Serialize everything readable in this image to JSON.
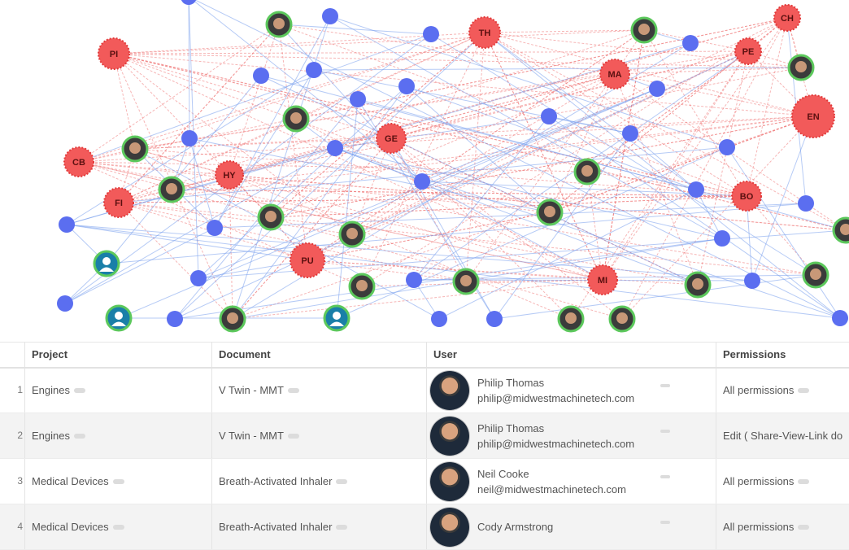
{
  "graph": {
    "colors": {
      "project_node": "#f25a5a",
      "user_node": "#5b6ef0",
      "person_ring": "#5cc85c",
      "edge_red": "#f07a7a",
      "edge_blue": "#7aa0ee"
    },
    "project_nodes": [
      {
        "label": "PI"
      },
      {
        "label": "TH"
      },
      {
        "label": "CH"
      },
      {
        "label": "PE"
      },
      {
        "label": "MA"
      },
      {
        "label": "EN"
      },
      {
        "label": "GE"
      },
      {
        "label": "CB"
      },
      {
        "label": "HY"
      },
      {
        "label": "FI"
      },
      {
        "label": "BO"
      },
      {
        "label": "PU"
      },
      {
        "label": "MI"
      }
    ]
  },
  "table": {
    "columns": {
      "project": "Project",
      "document": "Document",
      "user": "User",
      "permissions": "Permissions"
    },
    "rows": [
      {
        "num": "1",
        "project": "Engines",
        "document": "V Twin - MMT",
        "user_name": "Philip Thomas",
        "user_email": "philip@midwestmachinetech.com",
        "permissions": "All permissions"
      },
      {
        "num": "2",
        "project": "Engines",
        "document": "V Twin - MMT",
        "user_name": "Philip Thomas",
        "user_email": "philip@midwestmachinetech.com",
        "permissions": "Edit ( Share-View-Link do"
      },
      {
        "num": "3",
        "project": "Medical Devices",
        "document": "Breath-Activated Inhaler",
        "user_name": "Neil Cooke",
        "user_email": "neil@midwestmachinetech.com",
        "permissions": "All permissions"
      },
      {
        "num": "4",
        "project": "Medical Devices",
        "document": "Breath-Activated Inhaler",
        "user_name": "Cody Armstrong",
        "user_email": "",
        "permissions": "All permissions"
      }
    ]
  }
}
